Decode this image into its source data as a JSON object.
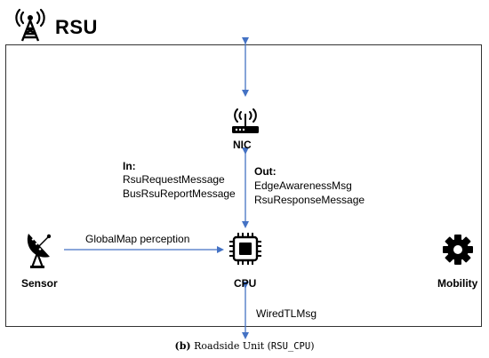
{
  "header": {
    "title": "RSU",
    "icon": "antenna-tower-icon"
  },
  "nodes": {
    "nic": {
      "label": "NIC",
      "icon": "router-icon"
    },
    "sensor": {
      "label": "Sensor",
      "icon": "satellite-dish-icon"
    },
    "cpu": {
      "label": "CPU",
      "icon": "cpu-chip-icon"
    },
    "mobility": {
      "label": "Mobility",
      "icon": "gear-icon"
    }
  },
  "messages": {
    "in_title": "In:",
    "in_1": "RsuRequestMessage",
    "in_2": "BusRsuReportMessage",
    "out_title": "Out:",
    "out_1": "EdgeAwarenessMsg",
    "out_2": "RsuResponseMessage",
    "sensor_to_cpu": "GlobalMap perception",
    "wired": "WiredTLMsg"
  },
  "caption": {
    "prefix": "(b)",
    "text": "Roadside Unit (",
    "code": "RSU_CPU",
    "suffix": ")"
  },
  "colors": {
    "arrow": "#4472C4"
  }
}
